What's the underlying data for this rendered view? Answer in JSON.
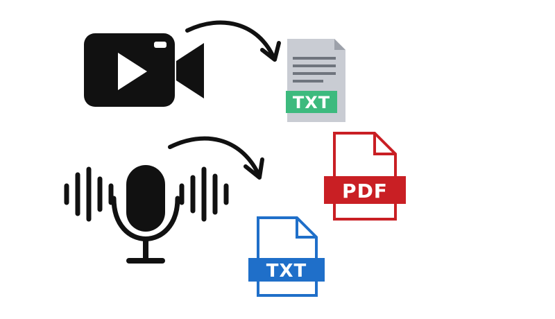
{
  "icons": {
    "video_camera": "video-camera-icon",
    "microphone": "microphone-icon",
    "arrow_top": "curved-arrow-icon",
    "arrow_bottom": "curved-arrow-icon",
    "txt_gray": "txt-file-icon",
    "pdf": "pdf-file-icon",
    "txt_blue": "txt-file-icon"
  },
  "files": {
    "txt_gray": {
      "label": "TXT"
    },
    "pdf": {
      "label": "PDF"
    },
    "txt_blue": {
      "label": "TXT"
    }
  },
  "colors": {
    "ink": "#111111",
    "txt_gray_body": "#c9ccd3",
    "txt_gray_fold": "#9da1aa",
    "txt_gray_lines": "#6f747d",
    "txt_gray_band": "#3dba7e",
    "pdf_red": "#c91f24",
    "txt_blue": "#1f6fc9",
    "label_text": "#ffffff"
  }
}
